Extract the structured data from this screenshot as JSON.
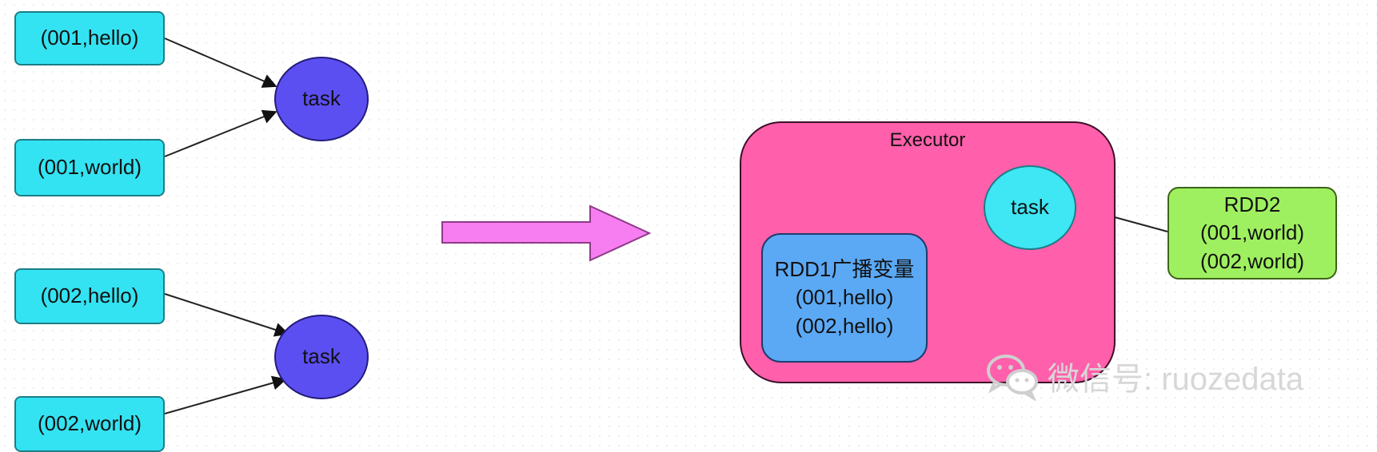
{
  "left": {
    "kv1": "(001,hello)",
    "kv2": "(001,world)",
    "kv3": "(002,hello)",
    "kv4": "(002,world)",
    "task1": "task",
    "task2": "task"
  },
  "executor": {
    "title": "Executor",
    "task": "task",
    "rdd1": {
      "title": "RDD1广播变量",
      "lines": [
        "(001,hello)",
        "(002,hello)"
      ]
    }
  },
  "rdd2": {
    "title": "RDD2",
    "lines": [
      "(001,world)",
      "(002,world)"
    ]
  },
  "watermark": {
    "text": "微信号: ruozedata",
    "icon": "wechat-icon"
  },
  "colors": {
    "kv_fill": "#34e3f2",
    "task_dark_fill": "#5c4ff2",
    "executor_fill": "#ff5fab",
    "rdd1_fill": "#5ba9f5",
    "rdd2_fill": "#9ff060",
    "big_arrow_fill": "#f77ef0"
  }
}
